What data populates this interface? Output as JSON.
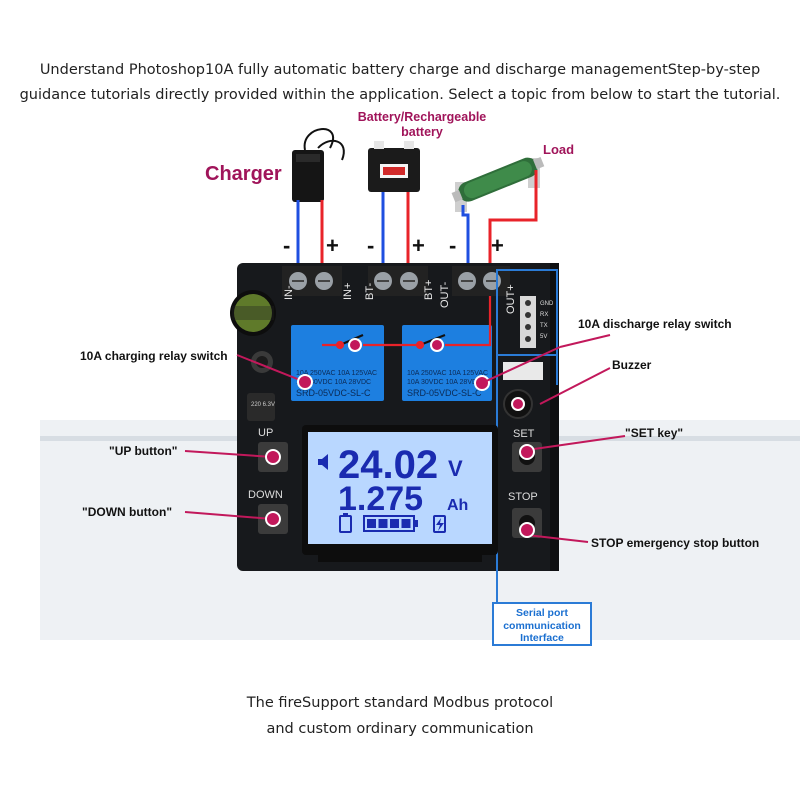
{
  "header": {
    "line1": "Understand Photoshop10A fully automatic battery charge and discharge managementStep-by-step",
    "line2": "guidance tutorials directly provided within the application. Select a topic from below to start the tutorial."
  },
  "labels": {
    "charger": "Charger",
    "battery_line1": "Battery/Rechargeable",
    "battery_line2": "battery",
    "load": "Load",
    "charging_relay": "10A charging relay switch",
    "discharge_relay": "10A discharge relay switch",
    "buzzer": "Buzzer",
    "set_key": "\"SET key\"",
    "up_button": "\"UP button\"",
    "down_button": "\"DOWN button\"",
    "stop_button": "STOP emergency stop button",
    "serial_line1": "Serial port",
    "serial_line2": "communication",
    "serial_line3": "Interface"
  },
  "board": {
    "term_in_minus": "IN-",
    "term_in_plus": "IN+",
    "term_bt_minus": "BT-",
    "term_bt_plus": "BT+",
    "term_out_minus": "OUT-",
    "term_out_plus": "OUT+",
    "minus": "-",
    "plus": "+",
    "btn_up": "UP",
    "btn_down": "DOWN",
    "btn_set": "SET",
    "btn_stop": "STOP",
    "relay_left_line1": "10A 250VAC  10A 125VAC",
    "relay_left_line2": "10A  30VDC  10A  28VDC",
    "relay_left_model": "SRD-05VDC-SL-C",
    "relay_right_line1": "10A 250VAC  10A 125VAC",
    "relay_right_line2": "10A  30VDC  10A  28VDC",
    "relay_right_model": "SRD-05VDC-SL-C",
    "serial_pins": [
      "GND",
      "RX",
      "TX",
      "5V"
    ],
    "cap_text": "220 6.3V"
  },
  "lcd": {
    "voltage": "24.02",
    "voltage_unit": "V",
    "capacity": "1.275",
    "capacity_unit": "Ah",
    "battery_bars": 4
  },
  "footer": {
    "line1": "The fireSupport standard Modbus protocol",
    "line2": "and custom ordinary communication"
  },
  "colors": {
    "wire_positive": "#e8232a",
    "wire_negative": "#1f4fe0",
    "board": "#17191c",
    "relay": "#1d7fe0",
    "lcd": "#b9d7ff",
    "lcd_digits": "#1a2bb0",
    "pointer": "#c2185b",
    "label_accent": "#a0145a"
  }
}
